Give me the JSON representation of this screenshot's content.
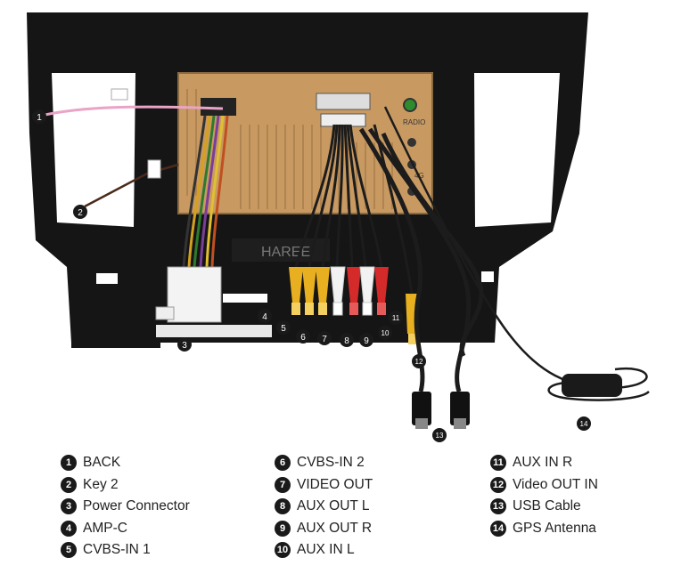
{
  "watermark": "HAREE",
  "radio_label": "RADIO",
  "chip_label": "4G",
  "legend": {
    "col1": [
      {
        "n": "1",
        "label": "BACK"
      },
      {
        "n": "2",
        "label": "Key 2"
      },
      {
        "n": "3",
        "label": "Power Connector"
      },
      {
        "n": "4",
        "label": "AMP-C"
      },
      {
        "n": "5",
        "label": "CVBS-IN 1"
      }
    ],
    "col2": [
      {
        "n": "6",
        "label": "CVBS-IN 2"
      },
      {
        "n": "7",
        "label": "VIDEO OUT"
      },
      {
        "n": "8",
        "label": "AUX OUT L"
      },
      {
        "n": "9",
        "label": "AUX OUT R"
      },
      {
        "n": "10",
        "label": "AUX IN L"
      }
    ],
    "col3": [
      {
        "n": "11",
        "label": "AUX IN R"
      },
      {
        "n": "12",
        "label": "Video OUT  IN"
      },
      {
        "n": "13",
        "label": "USB Cable"
      },
      {
        "n": "14",
        "label": "GPS Antenna"
      }
    ]
  },
  "colors": {
    "frame": "#151515",
    "board": "#c89a62",
    "cable": "#1c1c1c",
    "yellow_rca": "#e8b020",
    "white_rca": "#f2f2f2",
    "red_rca": "#d42a2a"
  },
  "icons": [
    "numbered-circle-icon"
  ]
}
